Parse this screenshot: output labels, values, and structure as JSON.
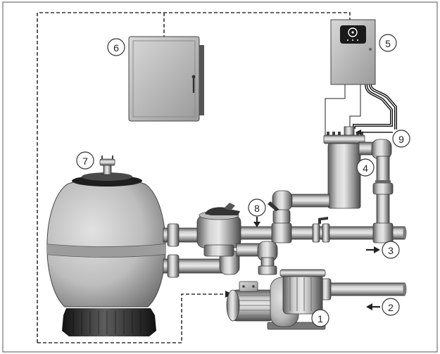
{
  "callouts": [
    "1",
    "2",
    "3",
    "4",
    "5",
    "6",
    "7",
    "8",
    "9"
  ],
  "colors": {
    "line": "#333333",
    "metal_light": "#e6e6e6",
    "metal_dark": "#4a4a4a",
    "base_dark": "#1e1e1e",
    "display": "#1a1a1a"
  }
}
